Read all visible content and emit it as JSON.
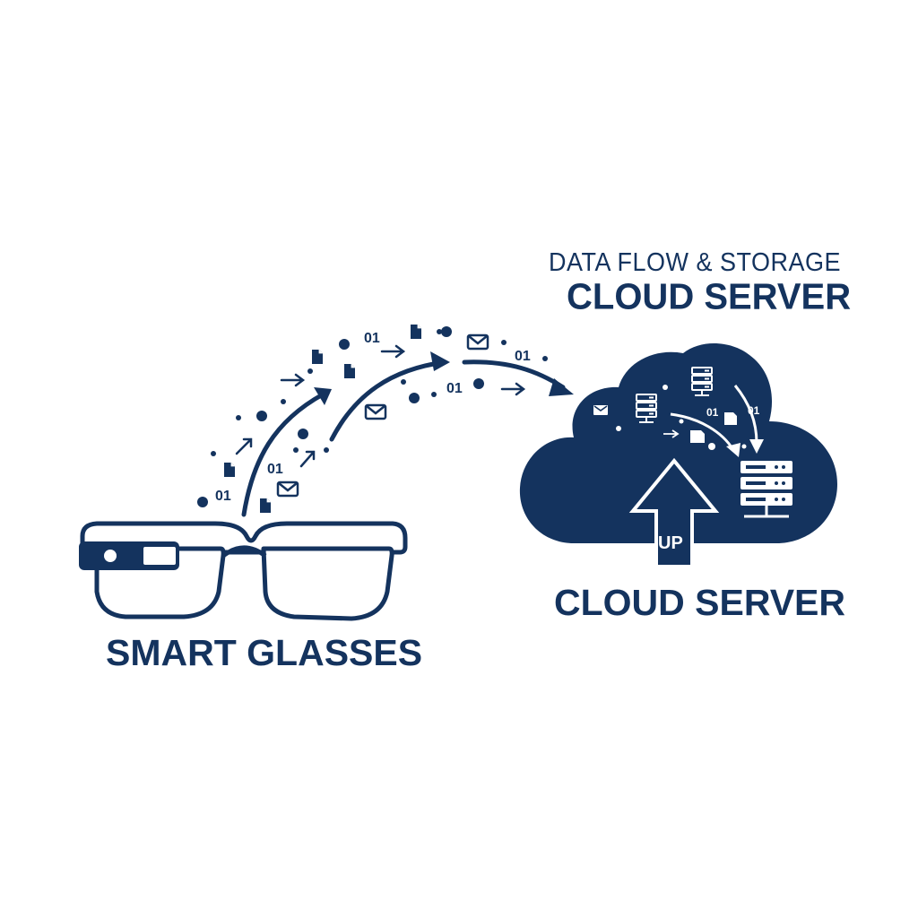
{
  "header": {
    "subtitle": "DATA FLOW & STORAGE",
    "title": "CLOUD SERVER"
  },
  "labels": {
    "glasses": "SMART GLASSES",
    "cloud": "CLOUD SERVER",
    "upload_arrow": "UP"
  },
  "packets": {
    "binary": "01"
  },
  "colors": {
    "primary": "#14335e",
    "background": "#ffffff",
    "lens_highlight": "#ffffff"
  }
}
